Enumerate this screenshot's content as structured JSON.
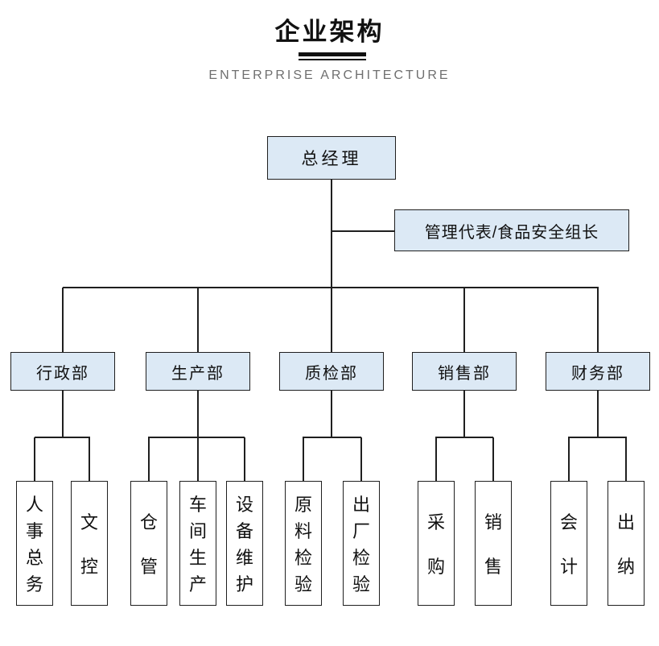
{
  "header": {
    "title": "企业架构",
    "subtitle": "ENTERPRISE ARCHITECTURE"
  },
  "colors": {
    "node_fill": "#dce9f5",
    "leaf_fill": "#ffffff",
    "border": "#1f1f1f",
    "connector": "#1f1f1f",
    "title": "#111111",
    "subtitle": "#6f6f6f"
  },
  "org": {
    "root": {
      "label": "总经理"
    },
    "staff": {
      "label": "管理代表/食品安全组长"
    },
    "departments": [
      {
        "label": "行政部",
        "children": [
          "人事总务",
          "文控"
        ]
      },
      {
        "label": "生产部",
        "children": [
          "仓管",
          "车间生产",
          "设备维护"
        ]
      },
      {
        "label": "质检部",
        "children": [
          "原料检验",
          "出厂检验"
        ]
      },
      {
        "label": "销售部",
        "children": [
          "采购",
          "销售"
        ]
      },
      {
        "label": "财务部",
        "children": [
          "会计",
          "出纳"
        ]
      }
    ]
  }
}
